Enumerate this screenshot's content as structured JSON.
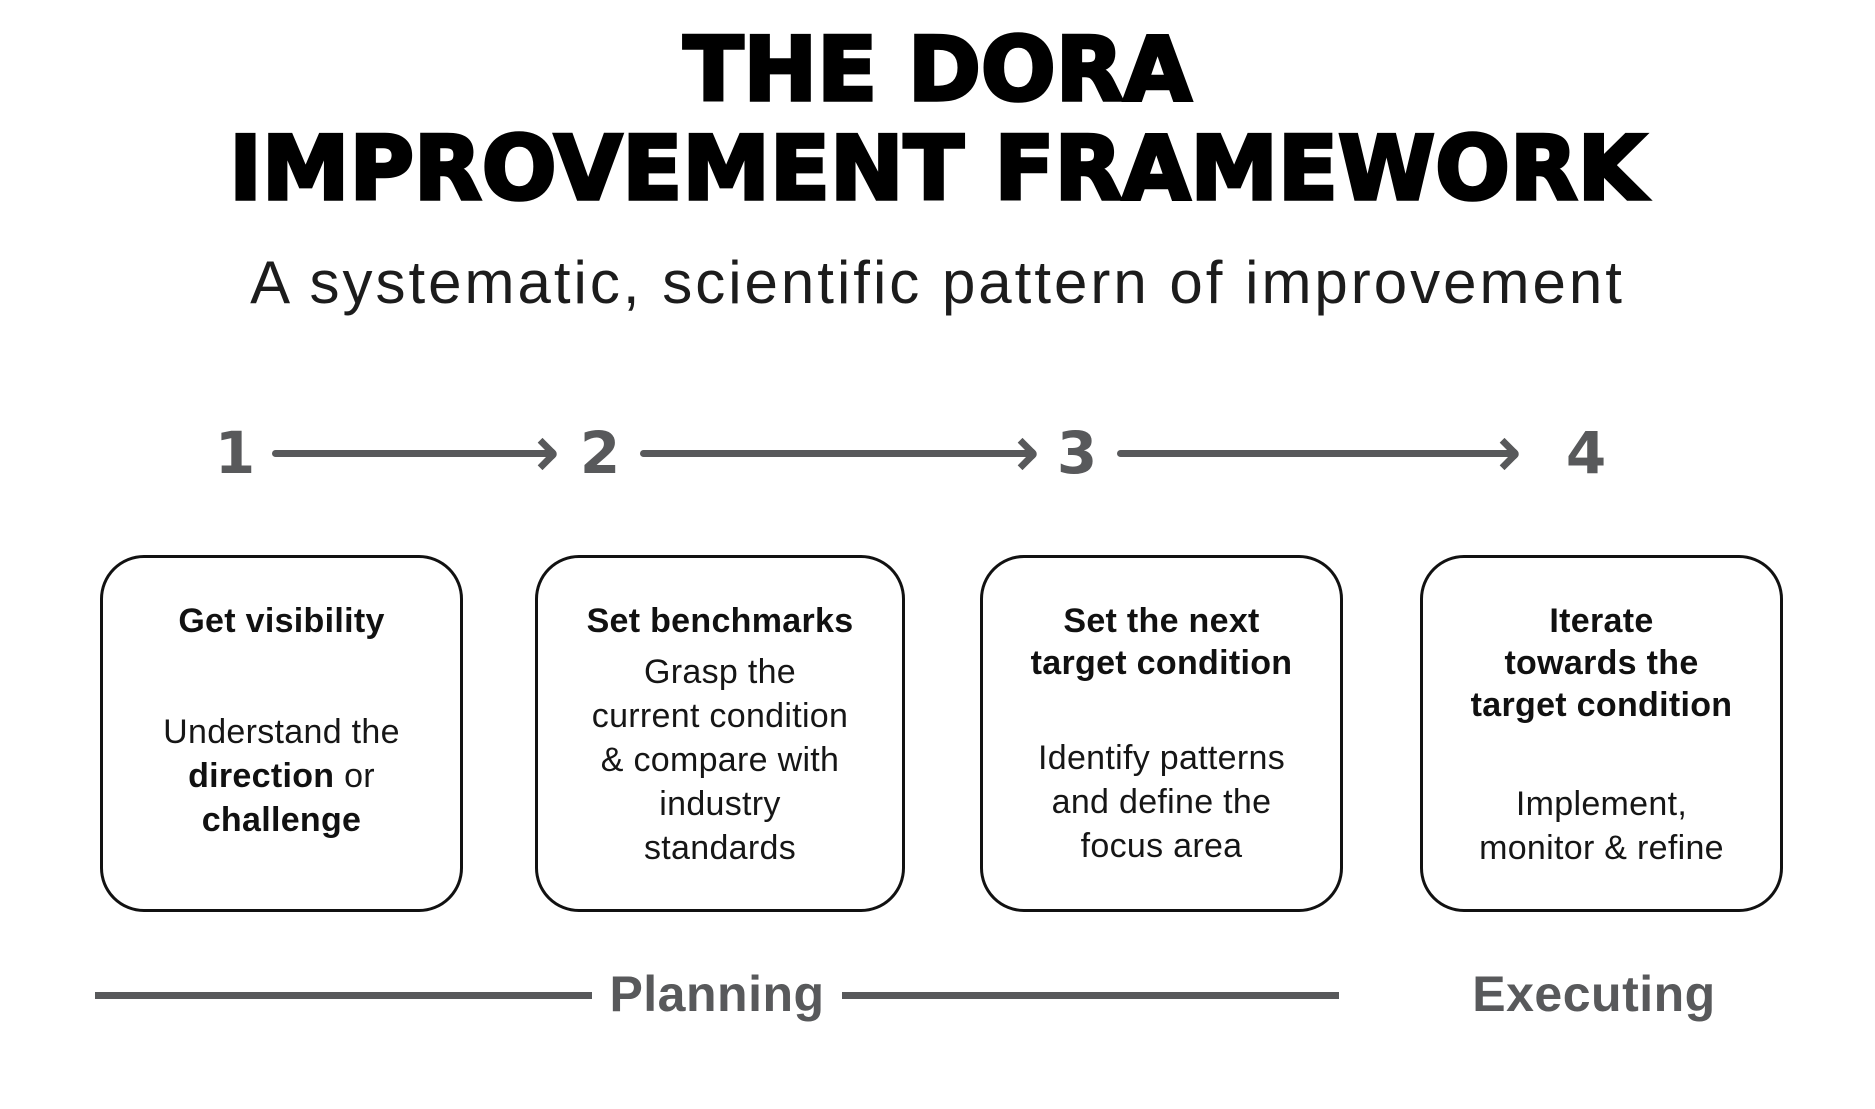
{
  "title": {
    "line1": "THE DORA",
    "line2": "IMPROVEMENT FRAMEWORK"
  },
  "subtitle": "A systematic, scientific pattern of improvement",
  "steps": [
    {
      "number": "1",
      "heading_lines": [
        [
          {
            "t": "Get visibility"
          }
        ]
      ],
      "body_lines": [
        [
          {
            "t": "Understand the"
          }
        ],
        [
          {
            "t": "direction",
            "b": true
          },
          {
            "t": " or"
          }
        ],
        [
          {
            "t": "challenge",
            "b": true
          }
        ]
      ]
    },
    {
      "number": "2",
      "heading_lines": [
        [
          {
            "t": "Set benchmarks"
          }
        ]
      ],
      "body_lines": [
        [
          {
            "t": "Grasp the"
          }
        ],
        [
          {
            "t": "current condition"
          }
        ],
        [
          {
            "t": "& compare with"
          }
        ],
        [
          {
            "t": "industry"
          }
        ],
        [
          {
            "t": "standards"
          }
        ]
      ]
    },
    {
      "number": "3",
      "heading_lines": [
        [
          {
            "t": "Set the next"
          }
        ],
        [
          {
            "t": "target condition"
          }
        ]
      ],
      "body_lines": [
        [
          {
            "t": "Identify patterns"
          }
        ],
        [
          {
            "t": "and define the"
          }
        ],
        [
          {
            "t": "focus area"
          }
        ]
      ]
    },
    {
      "number": "4",
      "heading_lines": [
        [
          {
            "t": "Iterate"
          }
        ],
        [
          {
            "t": "towards the"
          }
        ],
        [
          {
            "t": "target condition"
          }
        ]
      ],
      "body_lines": [
        [
          {
            "t": "Implement,"
          }
        ],
        [
          {
            "t": "monitor & refine"
          }
        ]
      ]
    }
  ],
  "phases": {
    "planning_label": "Planning",
    "executing_label": "Executing"
  },
  "colors": {
    "ink": "#111111",
    "accent_gray": "#58595b",
    "background": "#ffffff"
  }
}
